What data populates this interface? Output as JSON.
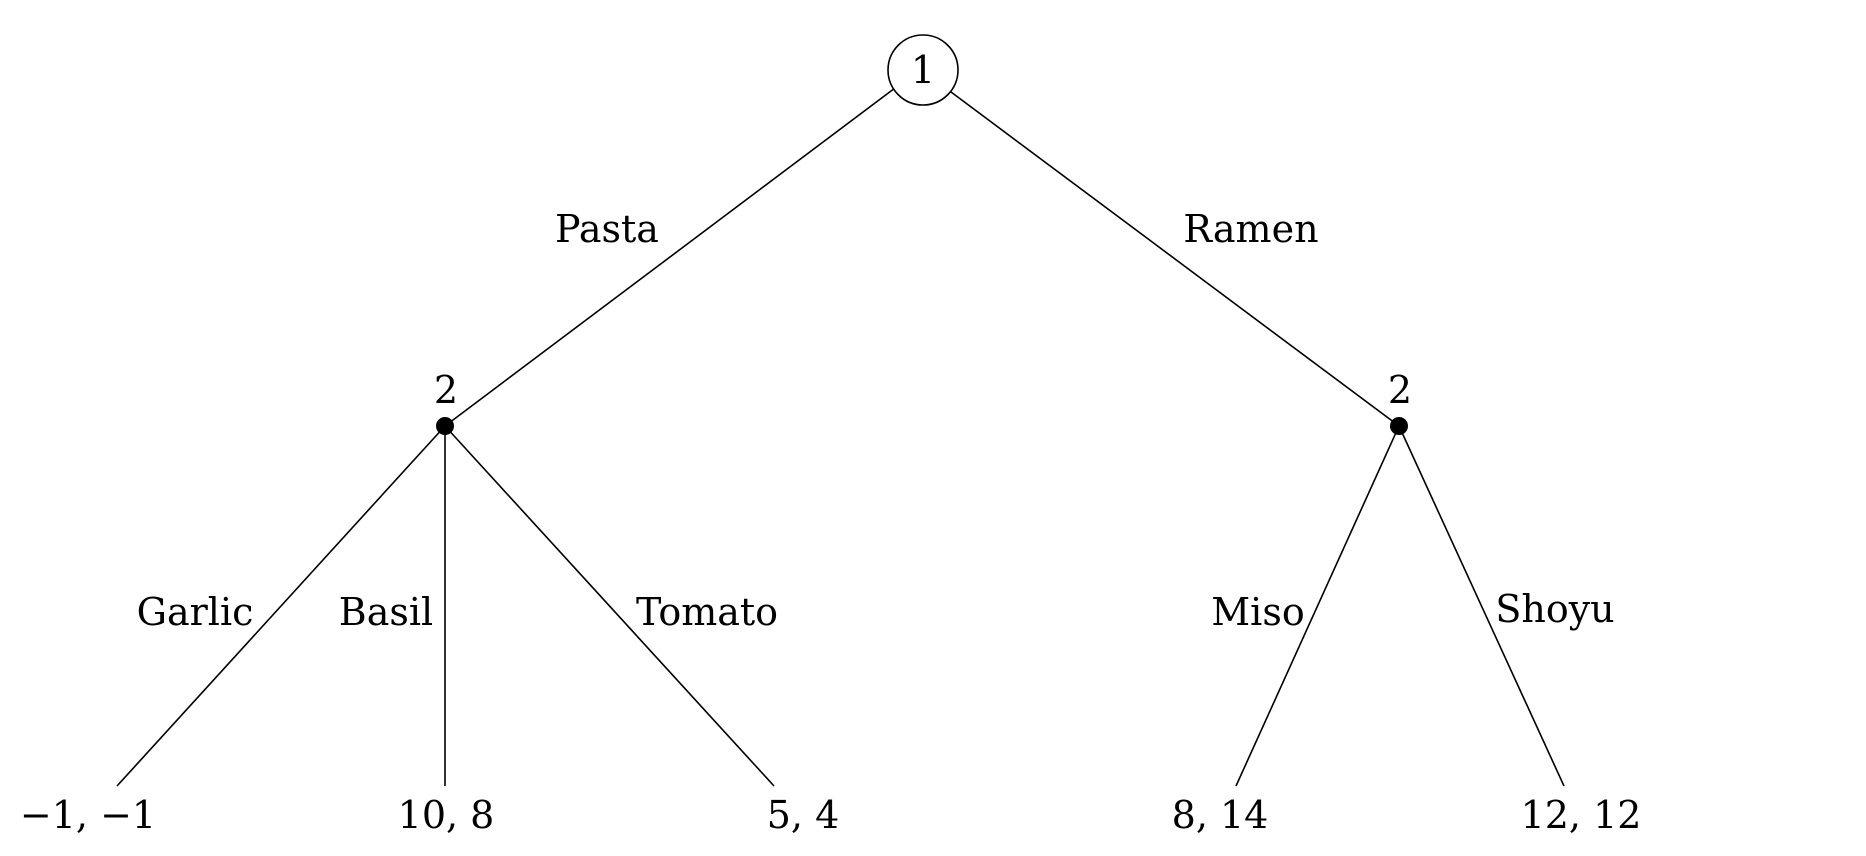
{
  "tree": {
    "root": {
      "player": "1"
    },
    "actions": {
      "pasta": "Pasta",
      "ramen": "Ramen",
      "garlic": "Garlic",
      "basil": "Basil",
      "tomato": "Tomato",
      "miso": "Miso",
      "shoyu": "Shoyu"
    },
    "decision_nodes": {
      "left": {
        "player": "2"
      },
      "right": {
        "player": "2"
      }
    },
    "payoffs": {
      "garlic": "−1, −1",
      "basil": "10, 8",
      "tomato": "5, 4",
      "miso": "8, 14",
      "shoyu": "12, 12"
    }
  }
}
